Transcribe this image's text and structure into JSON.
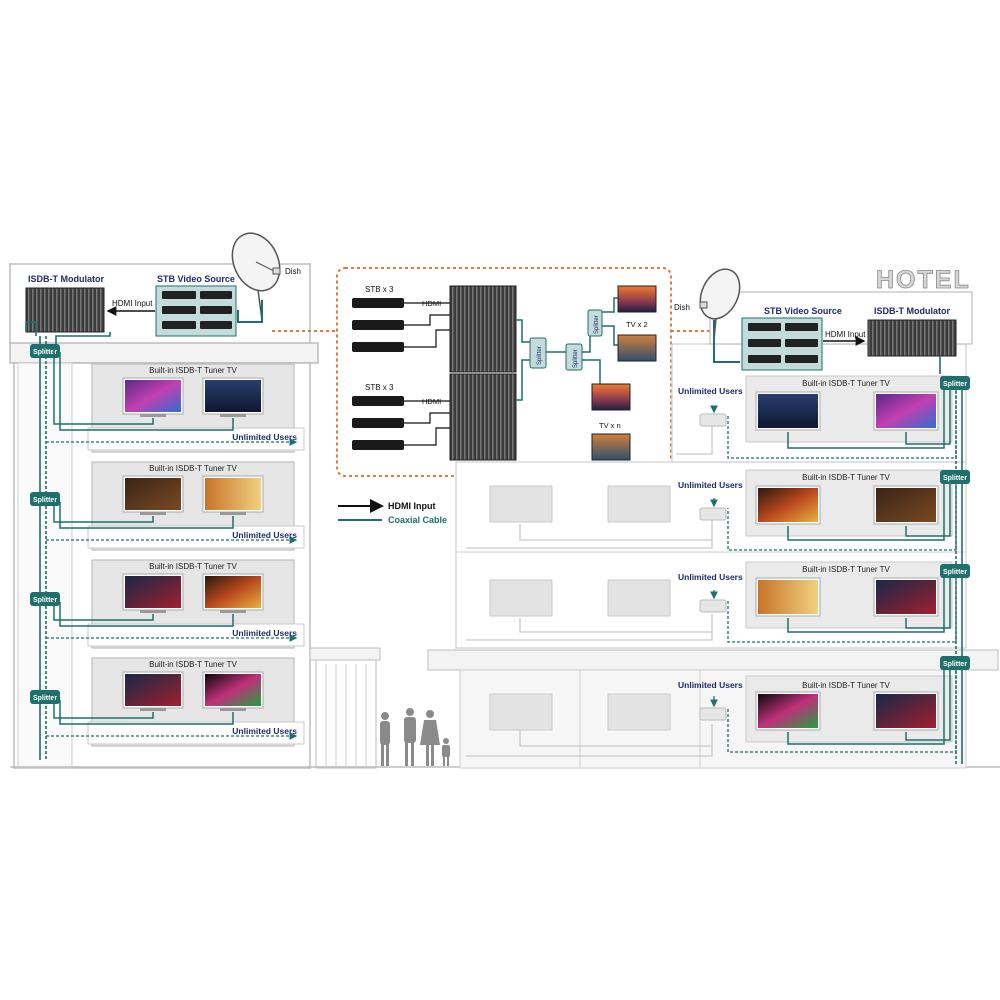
{
  "colors": {
    "teal": "#1f6f6a",
    "navy": "#1f2a6b",
    "orange": "#e07b39",
    "panel_teal": "#c3dcdb",
    "building_line": "#bdbdbd",
    "tv_screen_grey": "#d0d0d0"
  },
  "left": {
    "modulator_label": "ISDB-T Modulator",
    "stb_label": "STB Video Source",
    "dish_label": "Dish",
    "hdmi_label": "HDMI Input",
    "splitter_label": "Splitter",
    "floors": [
      {
        "tv_label": "Built-in ISDB-T Tuner TV",
        "users_label": "Unlimited Users"
      },
      {
        "tv_label": "Built-in ISDB-T Tuner TV",
        "users_label": "Unlimited Users"
      },
      {
        "tv_label": "Built-in ISDB-T Tuner TV",
        "users_label": "Unlimited Users"
      },
      {
        "tv_label": "Built-in ISDB-T Tuner TV",
        "users_label": "Unlimited Users"
      }
    ]
  },
  "center": {
    "stb_group_top": "STB x 3",
    "stb_group_bottom": "STB x 3",
    "hdmi_top": "HDMI",
    "hdmi_bottom": "HDMI",
    "splitter_label": "Splitter",
    "tv_x2": "TV x 2",
    "tv_xn": "TV x n"
  },
  "legend": {
    "hdmi": "HDMI Input",
    "coax": "Coaxial Cable"
  },
  "right": {
    "hotel_sign": "HOTEL",
    "dish_label": "Dish",
    "stb_label": "STB Video Source",
    "modulator_label": "ISDB-T Modulator",
    "hdmi_label": "HDMI Input",
    "splitter_label": "Splitter",
    "floors": [
      {
        "tv_label": "Built-in ISDB-T Tuner TV",
        "users_label": "Unlimited Users"
      },
      {
        "tv_label": "Built-in ISDB-T Tuner TV",
        "users_label": "Unlimited Users"
      },
      {
        "tv_label": "Built-in ISDB-T Tuner TV",
        "users_label": "Unlimited Users"
      },
      {
        "tv_label": "Built-in ISDB-T Tuner TV",
        "users_label": "Unlimited Users"
      }
    ]
  }
}
